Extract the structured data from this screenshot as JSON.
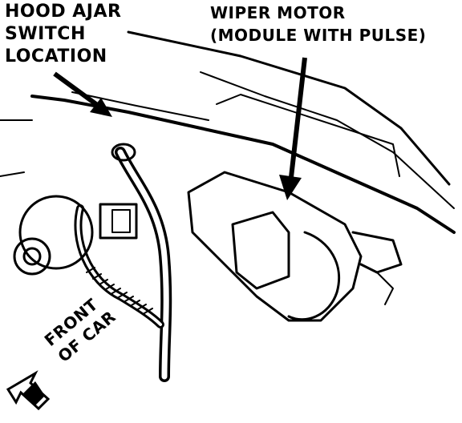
{
  "labels": {
    "hood_ajar": [
      "HOOD AJAR",
      "SWITCH",
      "LOCATION"
    ],
    "wiper_motor": [
      "WIPER MOTOR",
      "(MODULE WITH PULSE)"
    ],
    "front_of_car": [
      "FRONT",
      "OF CAR"
    ]
  },
  "icons": {
    "pointer_arrows": [
      "hood-ajar-arrow-icon",
      "wiper-motor-arrow-icon"
    ],
    "direction_arrow": "front-direction-arrow-icon"
  },
  "colors": {
    "ink": "#000000",
    "paper": "#ffffff"
  }
}
